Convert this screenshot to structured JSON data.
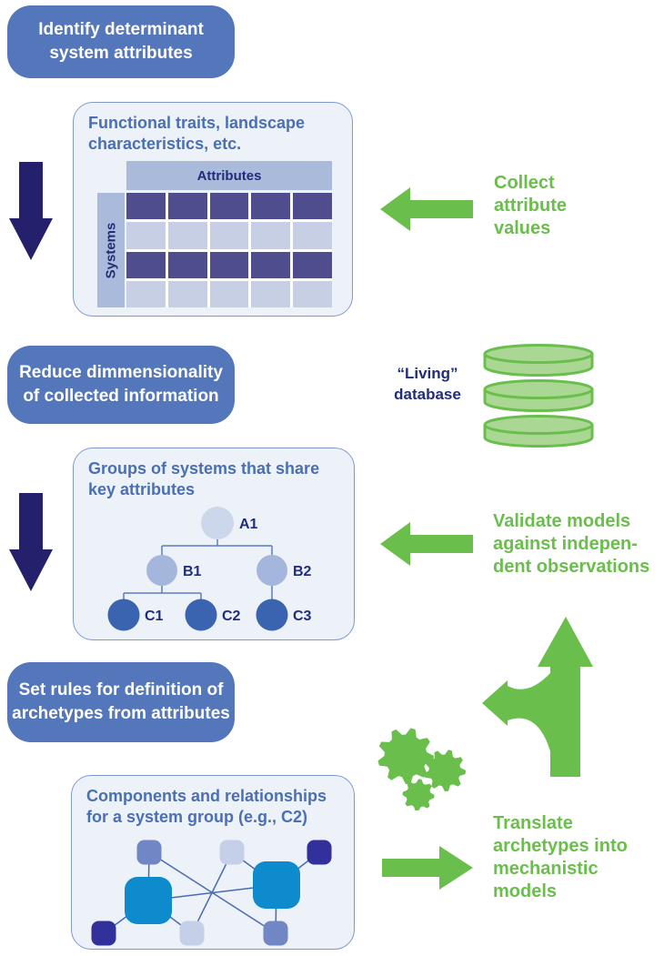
{
  "colors": {
    "step_box": "#5476bb",
    "panel_bg": "#edf1f8",
    "panel_border": "#7e9bd0",
    "panel_title": "#4a6fb5",
    "navy": "#24206b",
    "label_navy": "#1f2d7a",
    "green": "#6abf4c",
    "db_fill": "#abd795",
    "table_band": "#a9bada",
    "table_row_dark": "#4f4d8d",
    "table_row_light": "#c7cfe5",
    "node_bright": "#0e8bcd",
    "node_medium": "#7186c5",
    "node_light": "#c5cfe8",
    "node_dark": "#32309b"
  },
  "step_boxes": [
    {
      "lines": [
        "Identify determinant",
        "system attributes"
      ]
    },
    {
      "lines": [
        "Reduce dimmensionality",
        "of collected information"
      ]
    },
    {
      "lines": [
        "Set rules for definition of",
        "archetypes from attributes"
      ]
    }
  ],
  "panels": [
    {
      "title_lines": [
        "Functional traits, landscape",
        "characteristics, etc."
      ],
      "table": {
        "column_header": "Attributes",
        "row_header": "Systems",
        "columns": 5,
        "rows": 4,
        "row_pattern": [
          "dark",
          "light",
          "dark",
          "light"
        ]
      }
    },
    {
      "title_lines": [
        "Groups of systems that share",
        "key attributes"
      ],
      "tree_nodes": [
        {
          "label": "A1"
        },
        {
          "label": "B1"
        },
        {
          "label": "B2"
        },
        {
          "label": "C1"
        },
        {
          "label": "C2"
        },
        {
          "label": "C3"
        }
      ]
    },
    {
      "title_lines": [
        "Components and relationships",
        "for a system group (e.g., C2)"
      ]
    }
  ],
  "annotations": {
    "collect": {
      "lines": [
        "Collect",
        "attribute",
        "values"
      ]
    },
    "living_db": {
      "lines": [
        "“Living”",
        "database"
      ]
    },
    "validate": {
      "lines": [
        "Validate models",
        "against indepen-",
        "dent observations"
      ]
    },
    "translate": {
      "lines": [
        "Translate",
        "archetypes into",
        "mechanistic",
        "models"
      ]
    }
  }
}
